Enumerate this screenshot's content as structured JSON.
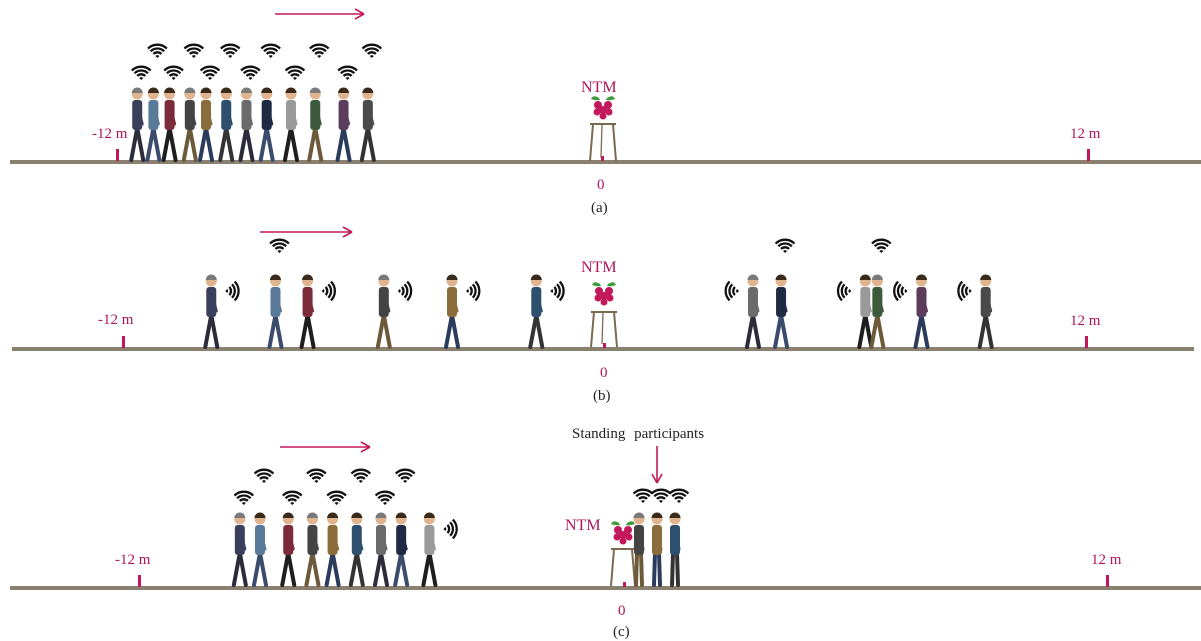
{
  "colors": {
    "accent": "#c2185b",
    "ground": "#8a8070",
    "text_dark": "#222222"
  },
  "labels": {
    "left_marker": "-12 m",
    "right_marker": "12 m",
    "center_marker": "0",
    "device": "NTM",
    "standing_note": "Standing participants"
  },
  "panels": [
    {
      "caption": "(a)",
      "standing_count": 0,
      "walkers": [
        {
          "pos": -11.5,
          "phone": "up"
        },
        {
          "pos": -11.1,
          "phone": "up"
        },
        {
          "pos": -10.7,
          "phone": "up"
        },
        {
          "pos": -10.2,
          "phone": "up"
        },
        {
          "pos": -9.8,
          "phone": "up"
        },
        {
          "pos": -9.3,
          "phone": "up"
        },
        {
          "pos": -8.8,
          "phone": "up"
        },
        {
          "pos": -8.3,
          "phone": "up"
        },
        {
          "pos": -7.7,
          "phone": "up"
        },
        {
          "pos": -7.1,
          "phone": "up"
        },
        {
          "pos": -6.4,
          "phone": "up"
        },
        {
          "pos": -5.8,
          "phone": "up"
        }
      ]
    },
    {
      "caption": "(b)",
      "standing_count": 0,
      "walkers": [
        {
          "pos": -9.8,
          "phone": "right"
        },
        {
          "pos": -8.2,
          "phone": "up"
        },
        {
          "pos": -7.4,
          "phone": "right"
        },
        {
          "pos": -5.5,
          "phone": "right"
        },
        {
          "pos": -3.8,
          "phone": "right"
        },
        {
          "pos": -1.7,
          "phone": "right"
        },
        {
          "pos": 3.7,
          "phone": "left"
        },
        {
          "pos": 4.4,
          "phone": "up"
        },
        {
          "pos": 6.5,
          "phone": "left"
        },
        {
          "pos": 6.8,
          "phone": "up"
        },
        {
          "pos": 7.9,
          "phone": "left"
        },
        {
          "pos": 9.5,
          "phone": "left"
        }
      ]
    },
    {
      "caption": "(c)",
      "standing_count": 3,
      "walkers": [
        {
          "pos": -9.5,
          "phone": "up"
        },
        {
          "pos": -9.0,
          "phone": "up"
        },
        {
          "pos": -8.3,
          "phone": "up"
        },
        {
          "pos": -7.7,
          "phone": "up"
        },
        {
          "pos": -7.2,
          "phone": "up"
        },
        {
          "pos": -6.6,
          "phone": "up"
        },
        {
          "pos": -6.0,
          "phone": "up"
        },
        {
          "pos": -5.5,
          "phone": "up"
        },
        {
          "pos": -4.8,
          "phone": "right"
        }
      ]
    }
  ]
}
